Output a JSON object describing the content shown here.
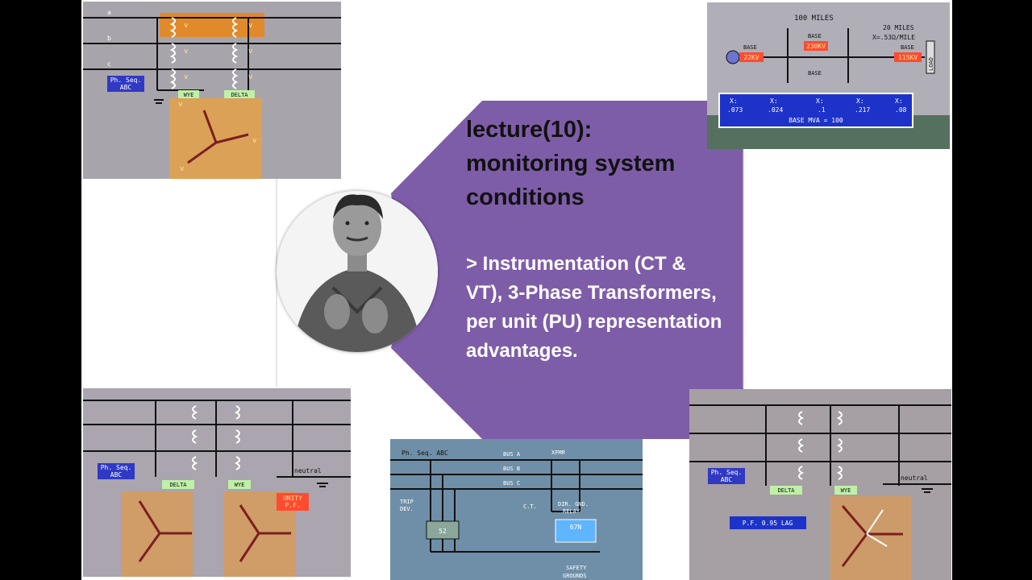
{
  "lecture": {
    "title_lines": [
      "lecture(10):",
      "monitoring system",
      "conditions"
    ],
    "description": "> Instrumentation (CT & VT), 3-Phase Transformers, per unit (PU) representation advantages."
  },
  "panels": {
    "top_left": {
      "phase_seq": [
        "Ph. Seq.",
        "ABC"
      ],
      "labels": {
        "wye": "WYE",
        "delta": "DELTA"
      },
      "phases": [
        "a",
        "b",
        "c"
      ]
    },
    "top_right": {
      "miles_left": "100 MILES",
      "miles_right": "20 MILES",
      "ohm_per_mile": "X=.53Ω/MILE",
      "bases": [
        "BASE",
        "BASE",
        "BASE",
        "BASE"
      ],
      "kv_values": [
        "22KV",
        "230KV",
        "115KV"
      ],
      "load": "LOAD",
      "reactances": [
        "X:",
        "X:",
        "X:",
        "X:",
        "X:"
      ],
      "reactance_values": [
        ".073",
        ".024",
        ".1",
        ".217",
        ".08"
      ],
      "base_mva": "BASE MVA = 100",
      "colors": {
        "bg": "#b0aeb7",
        "table": "#1d32c9",
        "kv_box": "#ff4b30"
      }
    },
    "bottom_left": {
      "phase_seq": [
        "Ph. Seq.",
        "ABC"
      ],
      "labels": {
        "delta": "DELTA",
        "wye": "WYE",
        "neutral": "neutral",
        "unity": [
          "UNITY",
          "P.F."
        ]
      }
    },
    "bottom_center": {
      "phase_seq": "Ph. Seq. ABC",
      "bus": [
        "BUS A",
        "BUS B",
        "BUS C"
      ],
      "xfmr": "XFMR",
      "trip": [
        "TRIP",
        "DEV."
      ],
      "relay": [
        "DIR. GND.",
        "RELAY"
      ],
      "relay_code": "67N",
      "ct": "C.T.",
      "breaker": "52",
      "safety": [
        "SAFETY",
        "GROUNDS"
      ]
    },
    "bottom_right": {
      "phase_seq": [
        "Ph. Seq.",
        "ABC"
      ],
      "labels": {
        "delta": "DELTA",
        "wye": "WYE",
        "neutral": "neutral"
      },
      "pf": "P.F. 0.95 LAG"
    }
  },
  "colors": {
    "accent": "#7e5da8",
    "diagram_bg": "#aaa5ae",
    "phasor_bg": "#d99a56"
  }
}
